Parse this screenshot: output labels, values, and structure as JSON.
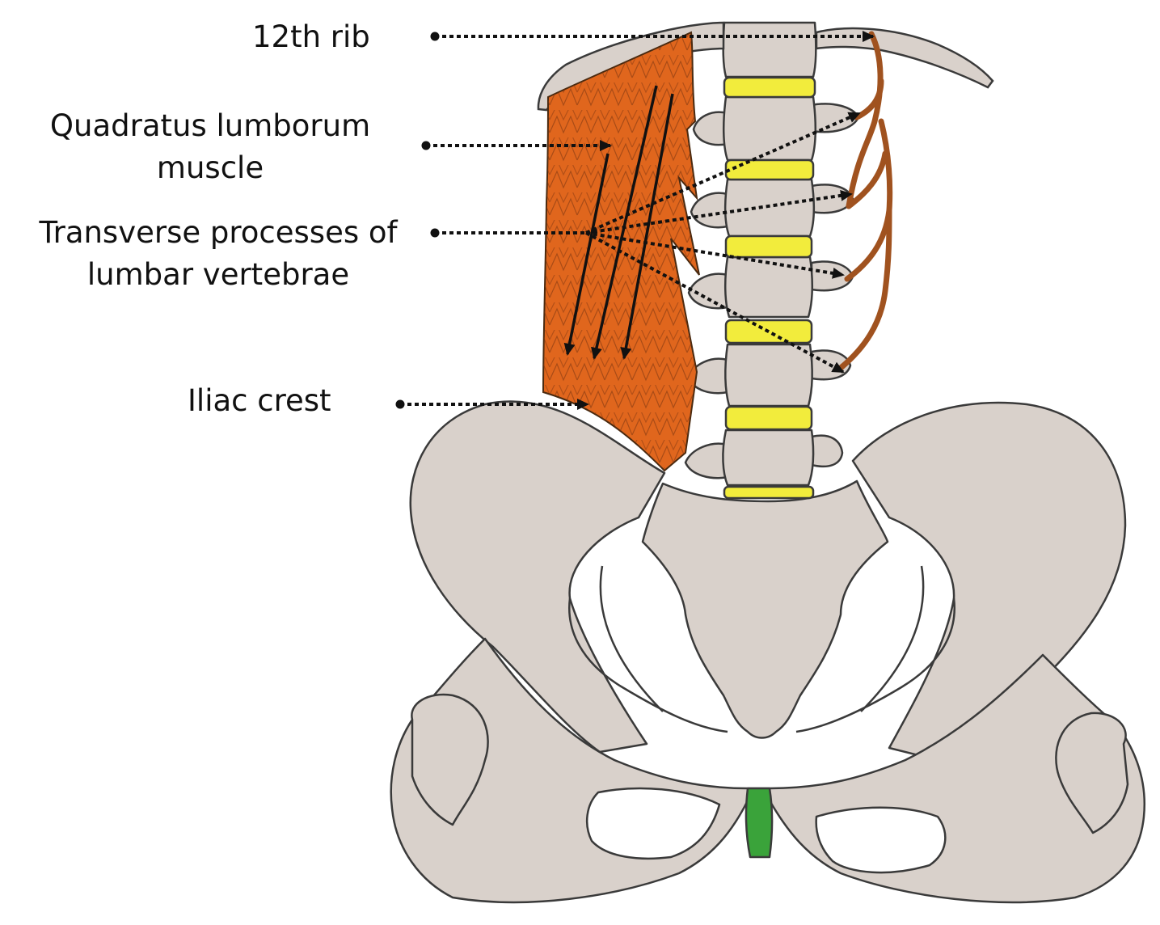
{
  "labels": {
    "rib": "12th rib",
    "quadratus_line1": "Quadratus lumborum",
    "quadratus_line2": "muscle",
    "transverse_line1": "Transverse processes of",
    "transverse_line2": "lumbar vertebrae",
    "iliac": "Iliac crest"
  },
  "colors": {
    "bone": "#d9d1cb",
    "bone_outline": "#3a3a3a",
    "muscle": "#e0661d",
    "disc": "#f2ec3c",
    "symphysis": "#3aa33a",
    "rib_tendon": "#a0521f",
    "leader": "#111111"
  }
}
